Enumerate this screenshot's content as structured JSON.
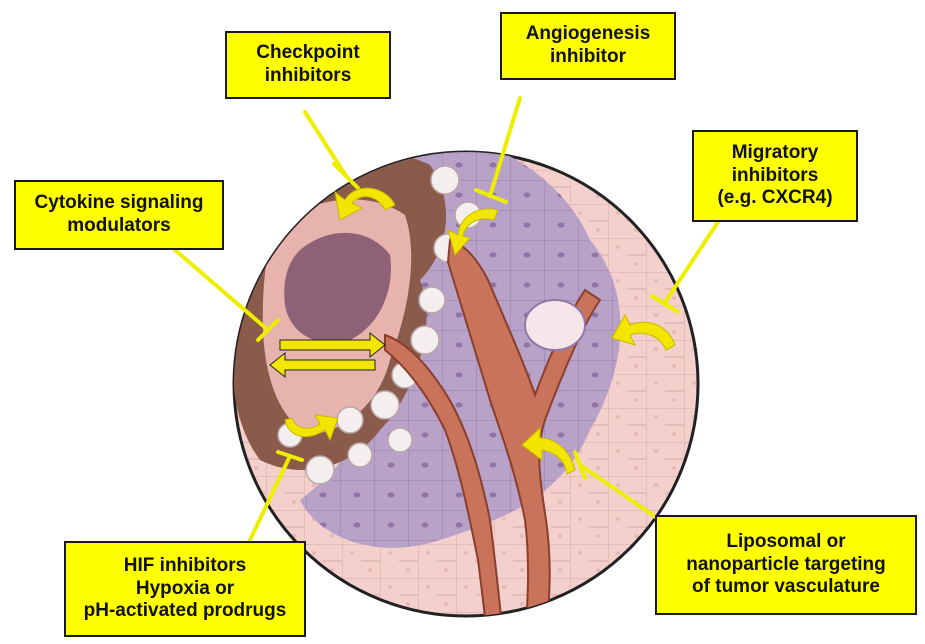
{
  "colors": {
    "callout_fill": "#ffff00",
    "callout_border": "#1a1a1a",
    "leader_line": "#eeee00",
    "arrow": "#f2e600",
    "healthy_tissue": "#f3d0cc",
    "tumor_cells": "#b6a0c8",
    "necrotic_core": "#8e6176",
    "immune_ring": "#8a5a4a",
    "vessel": "#c8735a"
  },
  "labels": {
    "checkpoint": {
      "line1": "Checkpoint",
      "line2": "inhibitors"
    },
    "angiogenesis": {
      "line1": "Angiogenesis",
      "line2": "inhibitor"
    },
    "migratory": {
      "line1": "Migratory",
      "line2": "inhibitors",
      "line3": "(e.g. CXCR4)"
    },
    "cytokine": {
      "line1": "Cytokine signaling",
      "line2": "modulators"
    },
    "hif": {
      "line1": "HIF inhibitors",
      "line2": "Hypoxia or",
      "line3": "pH-activated prodrugs"
    },
    "liposomal": {
      "line1": "Liposomal or",
      "line2": "nanoparticle targeting",
      "line3": "of tumor vasculature"
    }
  },
  "icons": [
    "inhibition-bar-icon",
    "curved-arrow-icon",
    "double-arrow-icon"
  ]
}
